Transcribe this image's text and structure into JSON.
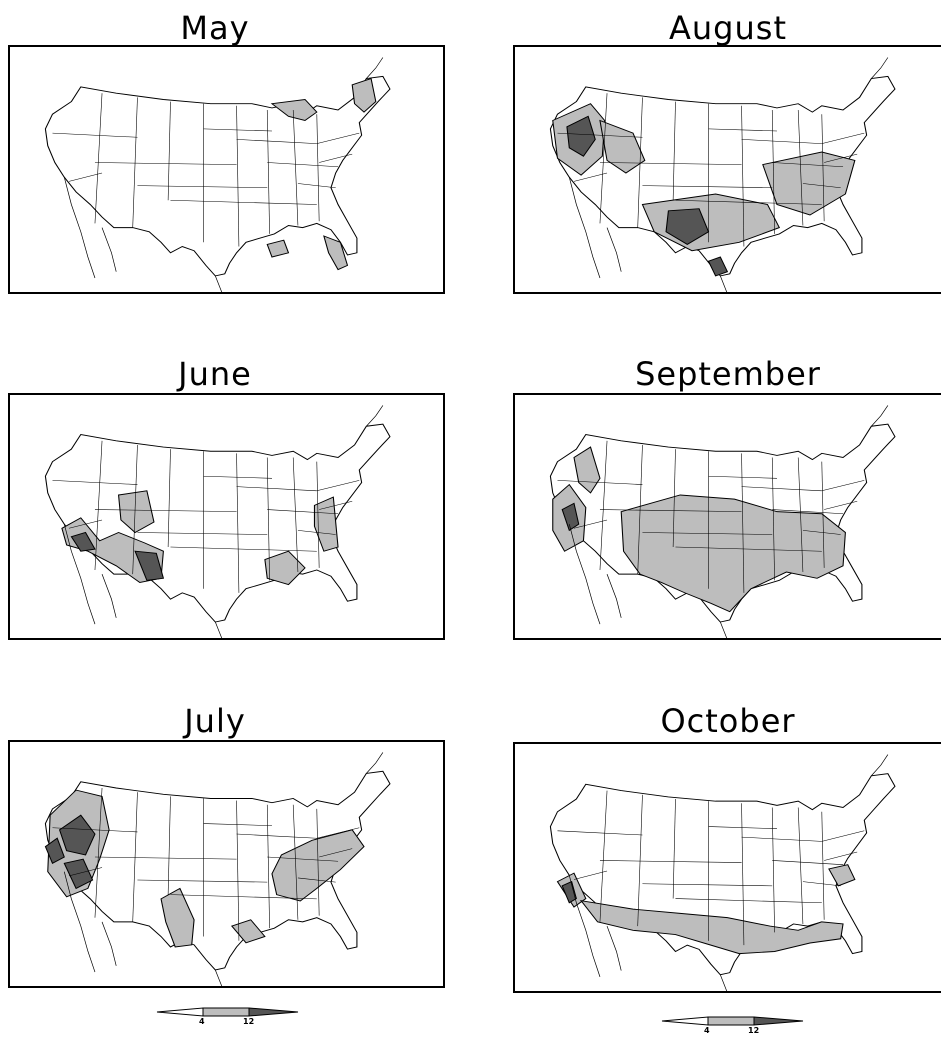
{
  "panels": [
    {
      "id": "may",
      "title": "May"
    },
    {
      "id": "august",
      "title": "August"
    },
    {
      "id": "june",
      "title": "June"
    },
    {
      "id": "september",
      "title": "September"
    },
    {
      "id": "july",
      "title": "July"
    },
    {
      "id": "october",
      "title": "October"
    }
  ],
  "legend": {
    "thresholds": [
      "4",
      "12"
    ],
    "colors": {
      "low": "#ffffff",
      "mid": "#bdbdbd",
      "high": "#555555"
    }
  }
}
